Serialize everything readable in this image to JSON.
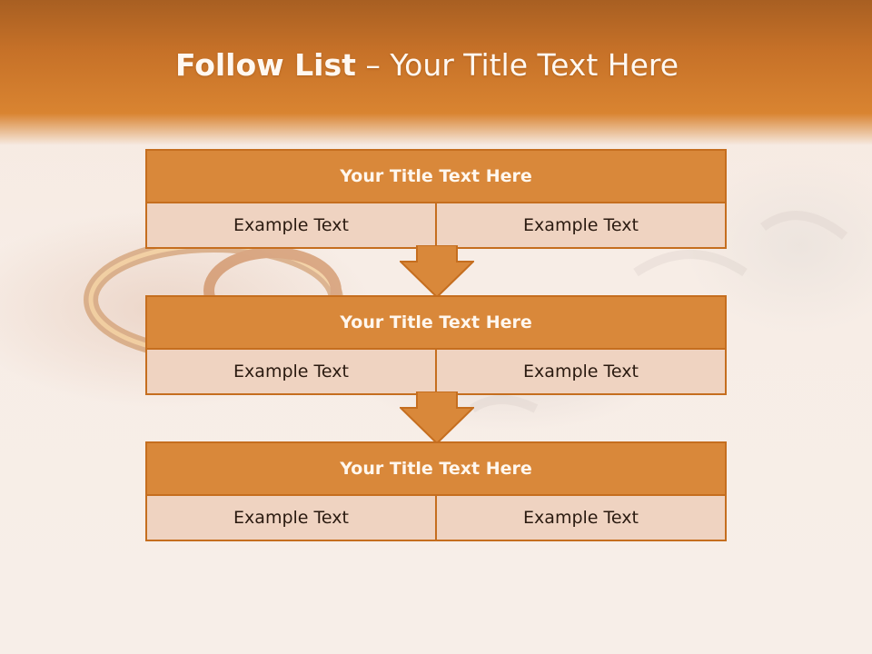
{
  "slide": {
    "title_bold": "Follow List",
    "title_rest": " – Your Title Text Here"
  },
  "boxes": [
    {
      "heading": "Your Title Text Here",
      "left": "Example Text",
      "right": "Example Text"
    },
    {
      "heading": "Your Title Text Here",
      "left": "Example Text",
      "right": "Example Text"
    },
    {
      "heading": "Your Title Text Here",
      "left": "Example Text",
      "right": "Example Text"
    }
  ],
  "colors": {
    "accent": "#d9883a",
    "border": "#c56e1f",
    "cell": "#efd3c1"
  }
}
